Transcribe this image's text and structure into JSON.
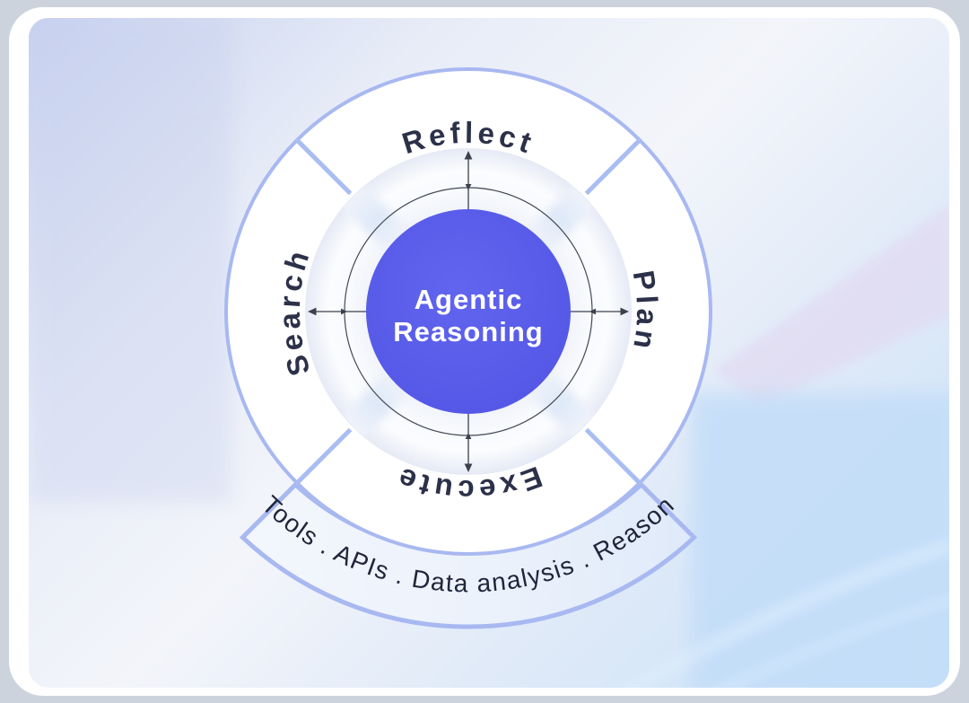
{
  "diagram": {
    "center": {
      "line1": "Agentic",
      "line2": "Reasoning"
    },
    "ring_labels": [
      {
        "label": "Reflect",
        "position": "top"
      },
      {
        "label": "Plan",
        "position": "right"
      },
      {
        "label": "Execute",
        "position": "bottom"
      },
      {
        "label": "Search",
        "position": "left"
      }
    ],
    "band_text": "Tools . APIs . Data analysis . Reason",
    "colors": {
      "accent_purple": "#585ce9",
      "ring_border": "#a8b8f1",
      "label_navy": "#2c3149",
      "band_text": "#20263a",
      "arrow_line": "#3c414d"
    }
  }
}
